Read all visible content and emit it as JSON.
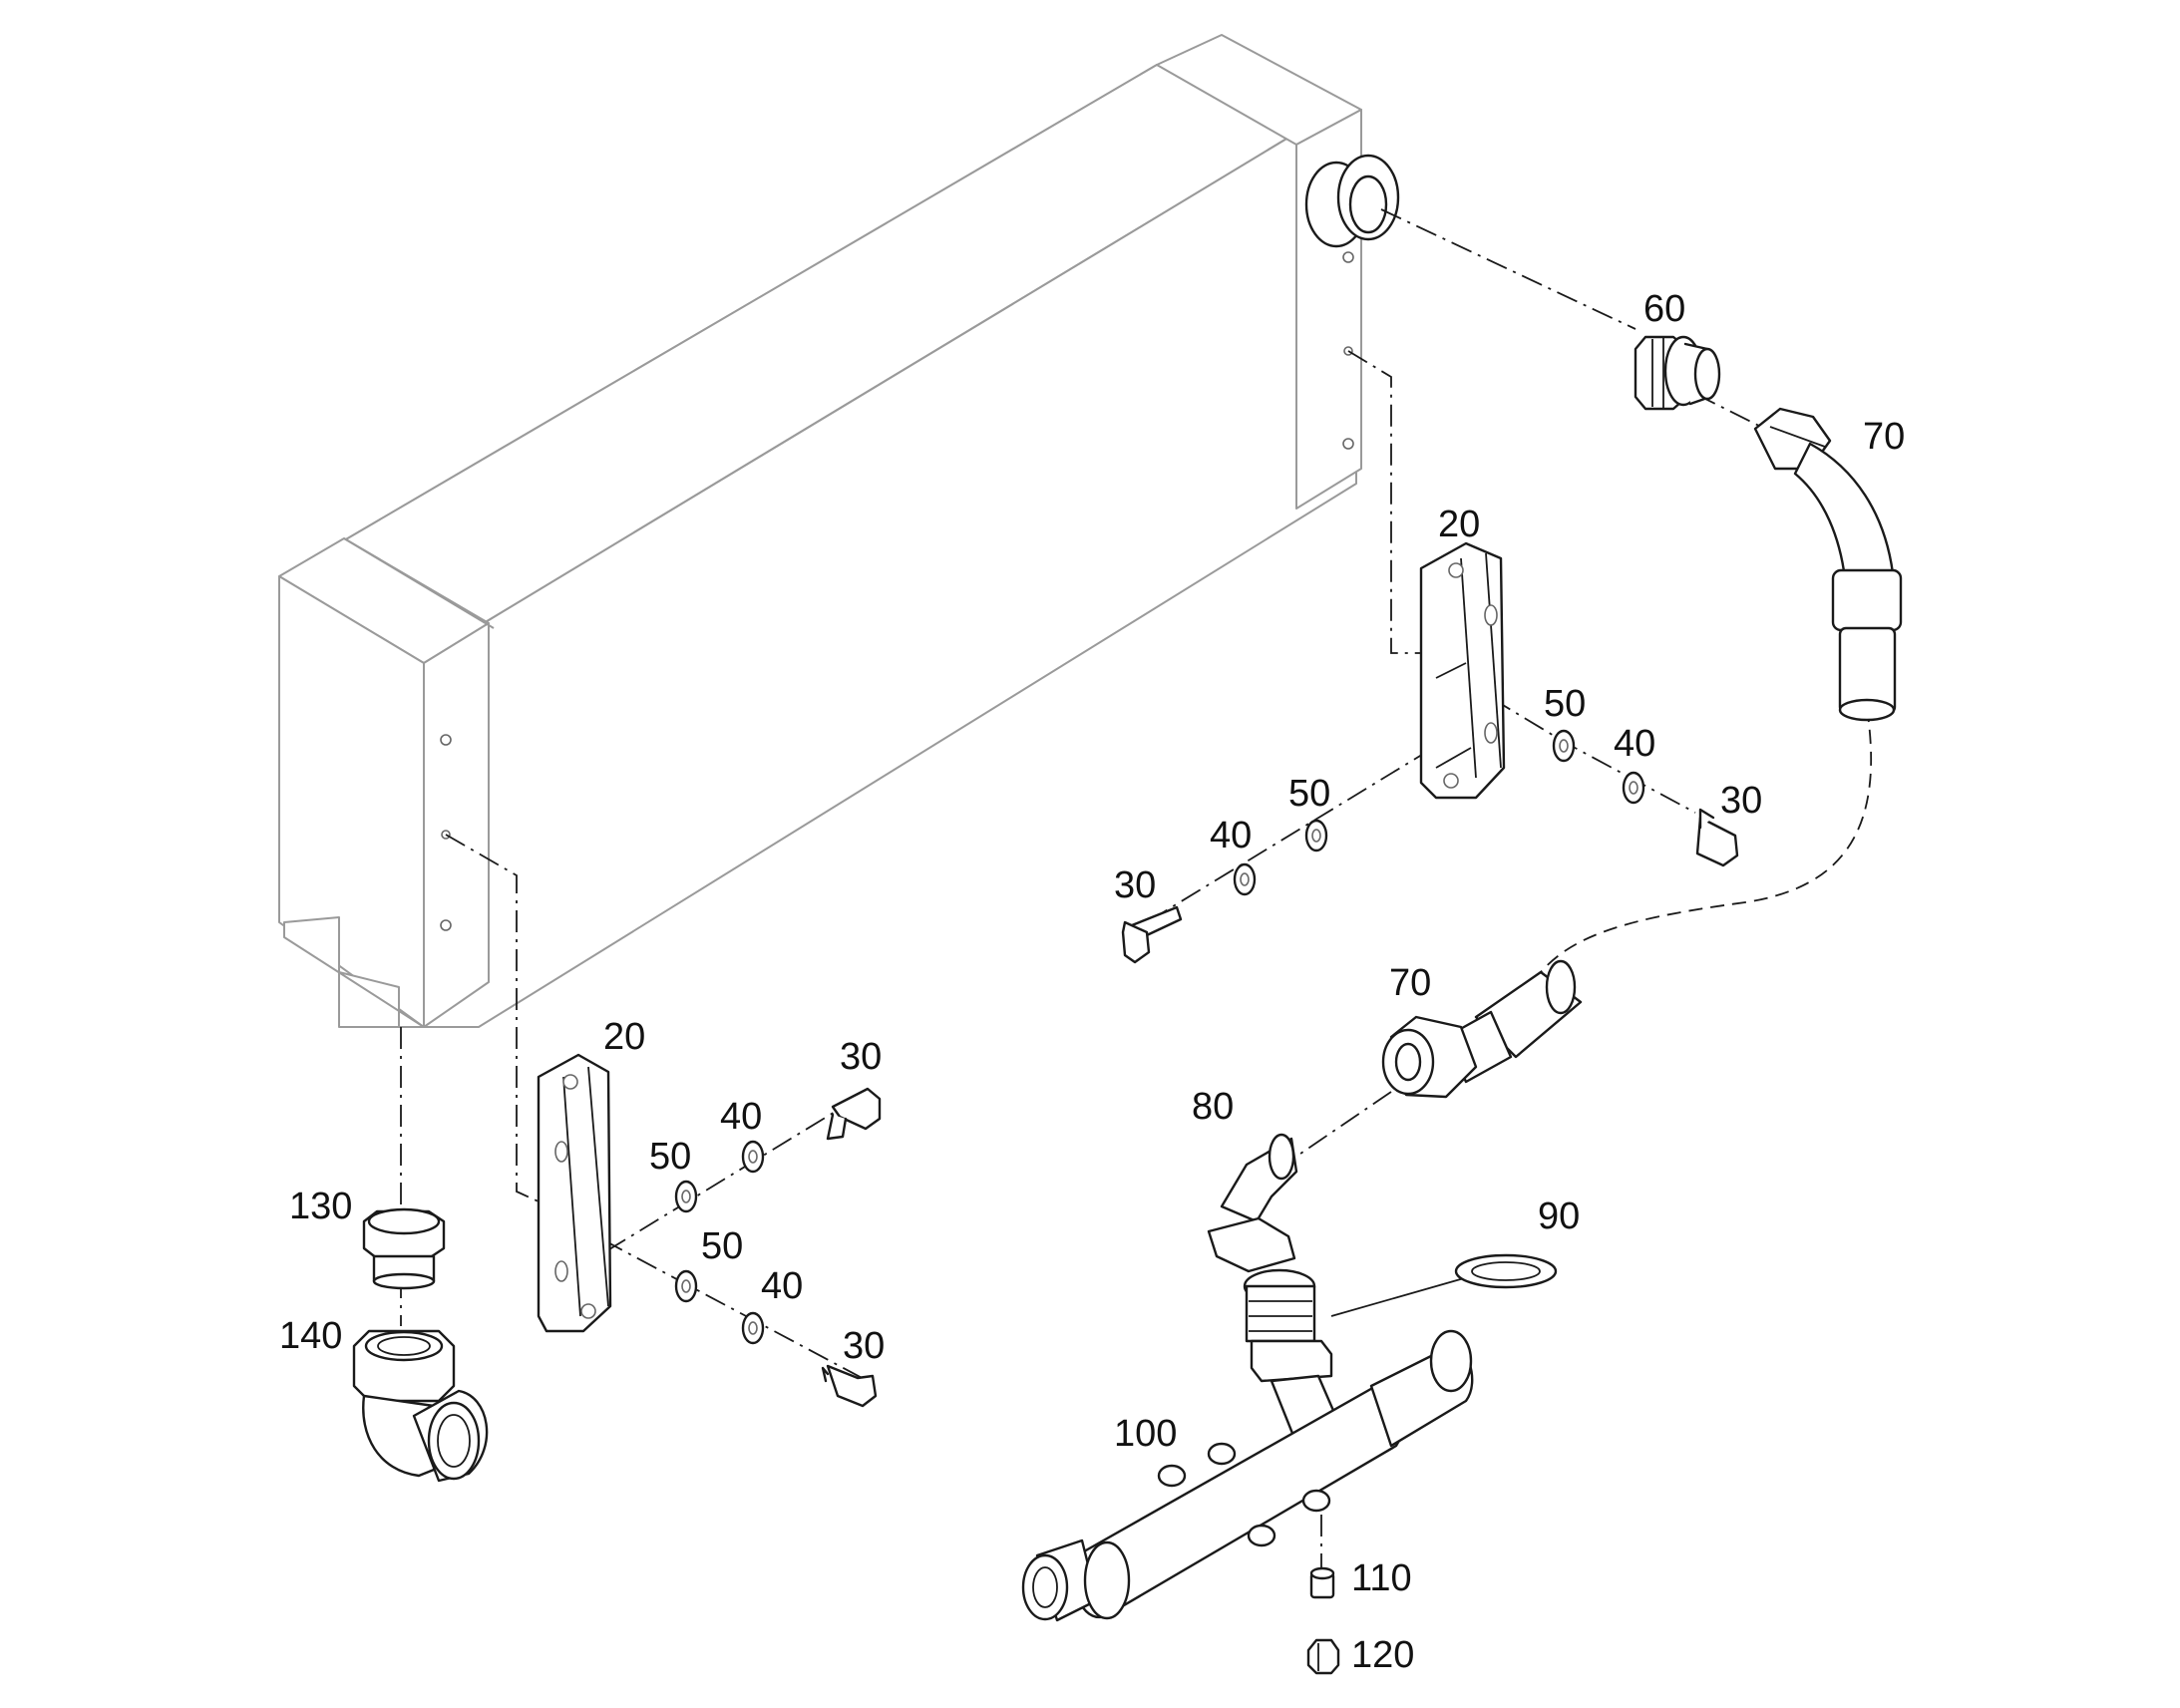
{
  "diagram": {
    "colors": {
      "line": "#1a1a1a",
      "body": "#9a9a9a",
      "background": "#ffffff"
    },
    "callouts": {
      "c60": "60",
      "c70a": "70",
      "c20a": "20",
      "c50a": "50",
      "c40a": "40",
      "c30a": "30",
      "c50b": "50",
      "c40b": "40",
      "c30b": "30",
      "c70b": "70",
      "c80": "80",
      "c20b": "20",
      "c30c": "30",
      "c40c": "40",
      "c50c": "50",
      "c130": "130",
      "c140": "140",
      "c50d": "50",
      "c40d": "40",
      "c30d": "30",
      "c90": "90",
      "c100": "100",
      "c110": "110",
      "c120": "120"
    }
  }
}
